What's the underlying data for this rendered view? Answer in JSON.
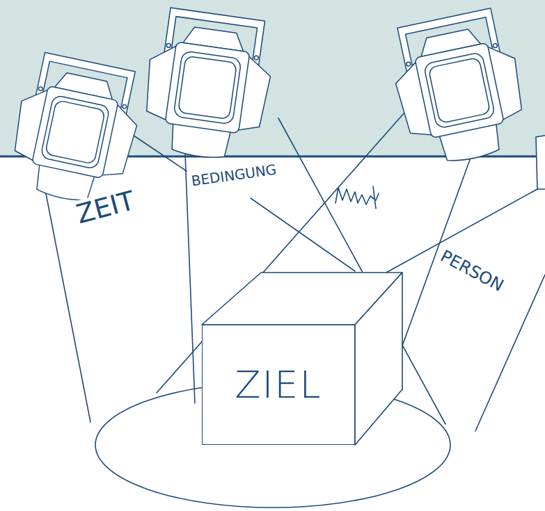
{
  "diagram": {
    "nodes": [
      {
        "text": [
          "ZIEL"
        ]
      }
    ],
    "labels": [
      "ZEIT",
      "BEDINGUNG",
      "PERSON"
    ]
  }
}
